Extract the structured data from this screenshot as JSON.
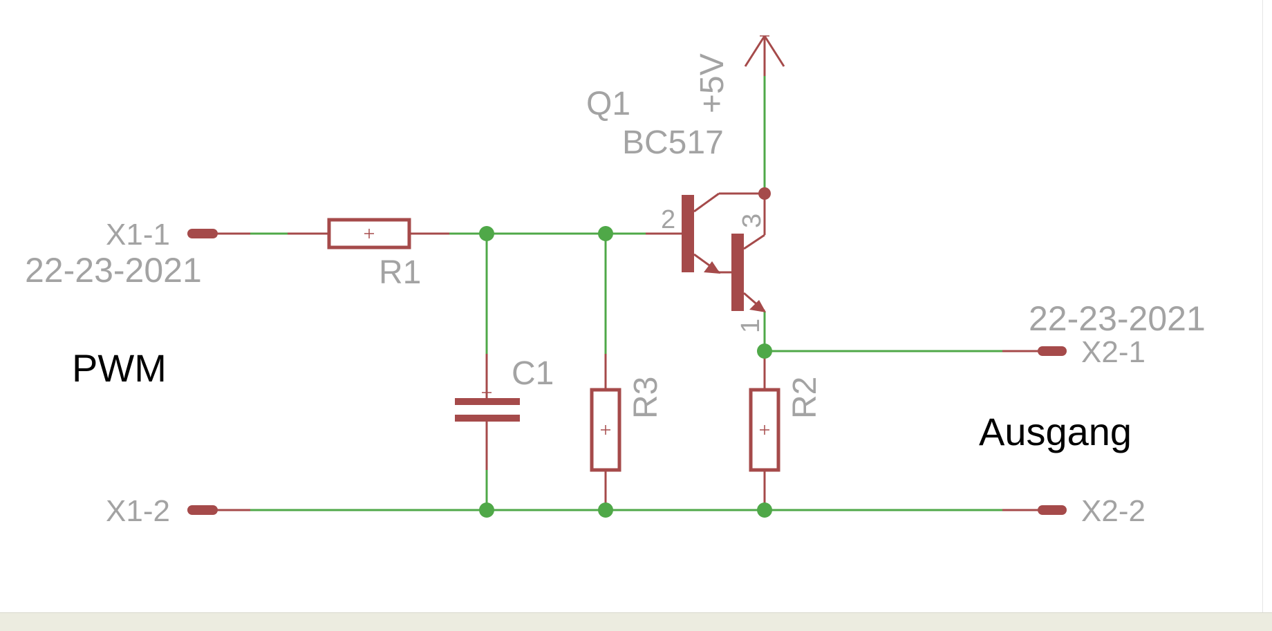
{
  "colors": {
    "wire": "#4fa848",
    "part": "#a54a4a",
    "label": "#a3a3a3",
    "note": "#000000",
    "background": "#ffffff"
  },
  "schematic": {
    "inputs": {
      "x1_1": {
        "name": "X1-1",
        "value": "22-23-2021"
      },
      "x1_2": {
        "name": "X1-2"
      }
    },
    "outputs": {
      "x2_1": {
        "name": "X2-1",
        "value": "22-23-2021"
      },
      "x2_2": {
        "name": "X2-2"
      }
    },
    "resistors": {
      "r1": {
        "name": "R1"
      },
      "r2": {
        "name": "R2"
      },
      "r3": {
        "name": "R3"
      }
    },
    "capacitor": {
      "name": "C1"
    },
    "transistor": {
      "name": "Q1",
      "value": "BC517",
      "pins": {
        "base": "2",
        "collector": "3",
        "emitter": "1"
      }
    },
    "supply": {
      "name": "+5V"
    },
    "notes": {
      "input": "PWM",
      "output": "Ausgang"
    }
  }
}
